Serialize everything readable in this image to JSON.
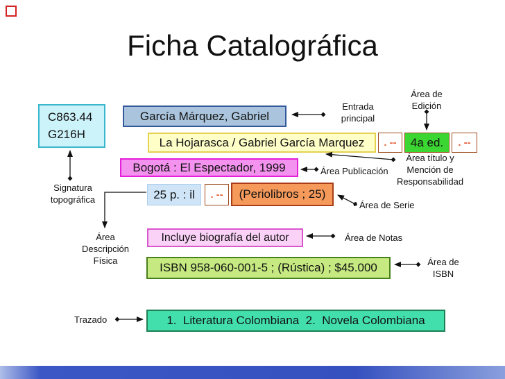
{
  "slide": {
    "title": "Ficha Catalográfica"
  },
  "boxes": {
    "call_number": {
      "line1": "C863.44",
      "line2": "G216H"
    },
    "main_entry": {
      "text": "García Márquez, Gabriel"
    },
    "title_statement": {
      "text": "La Hojarasca / Gabriel García Marquez"
    },
    "separator1": {
      "text": ". --"
    },
    "edition": {
      "text": "4a ed."
    },
    "separator2": {
      "text": ". --"
    },
    "publication": {
      "text": "Bogotá : El Espectador, 1999"
    },
    "physical_description": {
      "text": "25 p. : il"
    },
    "separator3": {
      "text": ". --"
    },
    "series": {
      "text": "(Periolibros ; 25)"
    },
    "notes": {
      "text": "Incluye biografía del autor"
    },
    "isbn": {
      "text": "ISBN 958-060-001-5 ; (Rústica) ; $45.000"
    },
    "tracing": {
      "text": "1.  Literatura Colombiana  2.  Novela Colombiana"
    }
  },
  "labels": {
    "entrada_principal": "Entrada\nprincipal",
    "area_edicion": "Área de\nEdición",
    "area_titulo": "Área título y\nMención de\nResponsabilidad",
    "area_publicacion": "Área Publicación",
    "area_serie": "Área de Serie",
    "signatura": "Signatura\ntopográfica",
    "area_descripcion": "Área\nDescripción\nFísica",
    "area_notas": "Área de Notas",
    "area_isbn": "Área de\nISBN",
    "trazado": "Trazado"
  },
  "colors": {
    "call_number_fill": "#ccf2fa",
    "call_number_border": "#3bb7cd",
    "main_entry_fill": "#a9c4dc",
    "main_entry_border": "#33589b",
    "title_fill": "#ffffc8",
    "title_border": "#e3d24f",
    "separator_border": "#9c4a1a",
    "separator_text": "#e8603c",
    "edition_fill": "#3bd632",
    "publication_fill": "#f493ef",
    "publication_border": "#e51ed9",
    "physical_fill": "#cfe4f7",
    "series_fill": "#f69a5b",
    "series_border": "#aa3d17",
    "notes_fill": "#fbd2f7",
    "notes_border": "#d957cd",
    "isbn_fill": "#c6ea81",
    "isbn_border": "#48801c",
    "tracing_fill": "#42dfad",
    "tracing_border": "#1e8055",
    "bottom_bar": "#3b57c5",
    "corner_marker": "#d42222",
    "connector": "#111111"
  }
}
